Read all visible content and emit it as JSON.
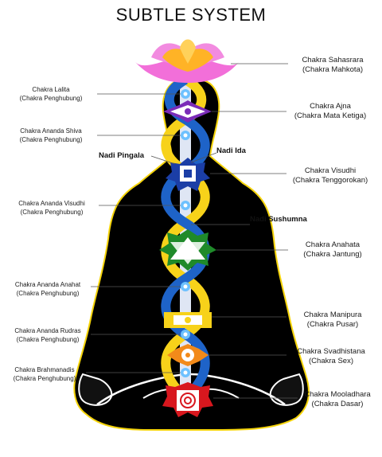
{
  "title": "SUBTLE SYSTEM",
  "colors": {
    "body": "#000000",
    "outline": "#f5d40a",
    "pingala": "#f7d21a",
    "ida": "#1e63c8",
    "sushumna": "#dfe6f4",
    "lotus_pink": "#f26fd9",
    "lotus_orange": "#ffb326"
  },
  "right_labels": [
    {
      "name": "Chakra Sahasrara",
      "sub": "(Chakra Mahkota)"
    },
    {
      "name": "Chakra Ajna",
      "sub": "(Chakra Mata Ketiga)"
    },
    {
      "name": "Chakra Visudhi",
      "sub": "(Chakra Tenggorokan)"
    },
    {
      "name": "Chakra Anahata",
      "sub": "(Chakra Jantung)"
    },
    {
      "name": "Chakra Manipura",
      "sub": "(Chakra Pusar)"
    },
    {
      "name": "Chakra Svadhistana",
      "sub": "(Chakra Sex)"
    },
    {
      "name": "Chakra Mooladhara",
      "sub": "(Chakra Dasar)"
    }
  ],
  "left_labels": [
    {
      "name": "Chakra Lalita",
      "sub": "(Chakra Penghubung)"
    },
    {
      "name": "Chakra Ananda Shiva",
      "sub": "(Chakra Penghubung)"
    },
    {
      "name": "Chakra Ananda Visudhi",
      "sub": "(Chakra Penghubung)"
    },
    {
      "name": "Chakra Ananda Anahat",
      "sub": "(Chakra Penghubung)"
    },
    {
      "name": "Chakra Ananda Rudras",
      "sub": "(Chakra Penghubung)"
    },
    {
      "name": "Chakra Brahmanadis",
      "sub": "(Chakra Penghubung)"
    }
  ],
  "nadi": {
    "pingala": "Nadi Pingala",
    "ida": "Nadi Ida",
    "sushumna": "Nadi Sushumna"
  }
}
